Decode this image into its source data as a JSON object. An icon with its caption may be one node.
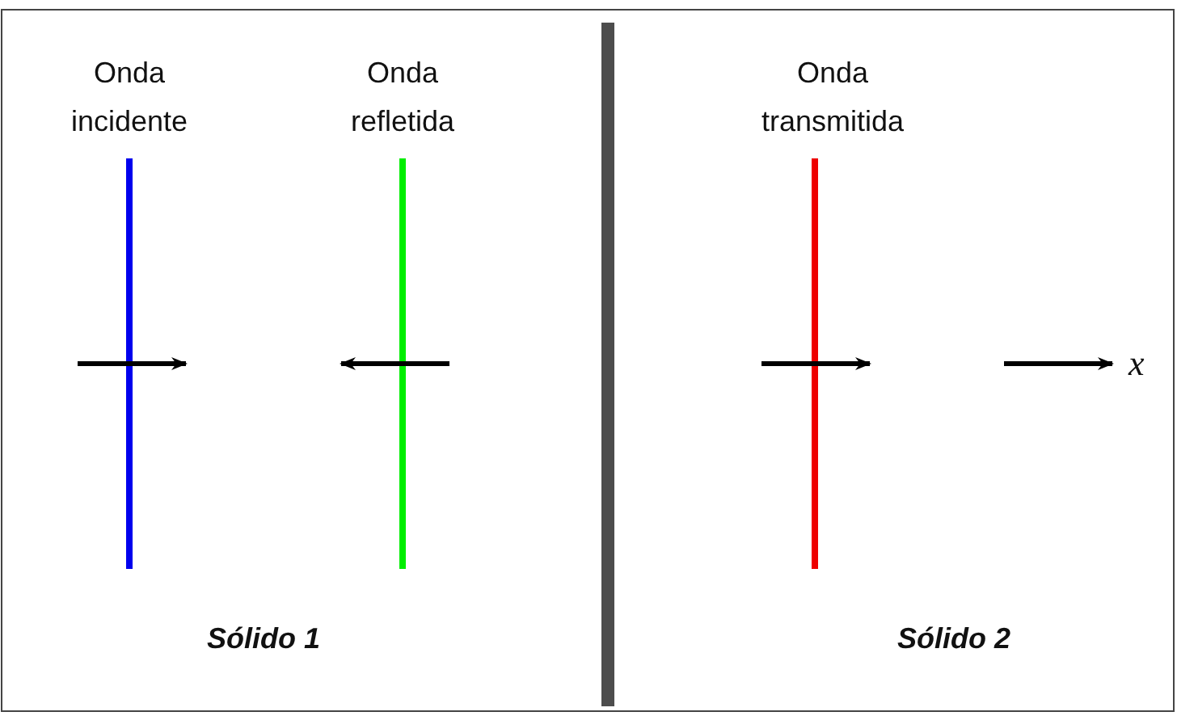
{
  "diagram": {
    "labels": [
      "Onda incidente",
      "Onda refletida",
      "Onda transmitida",
      "x",
      "Sólido 1",
      "Sólido 2"
    ]
  }
}
